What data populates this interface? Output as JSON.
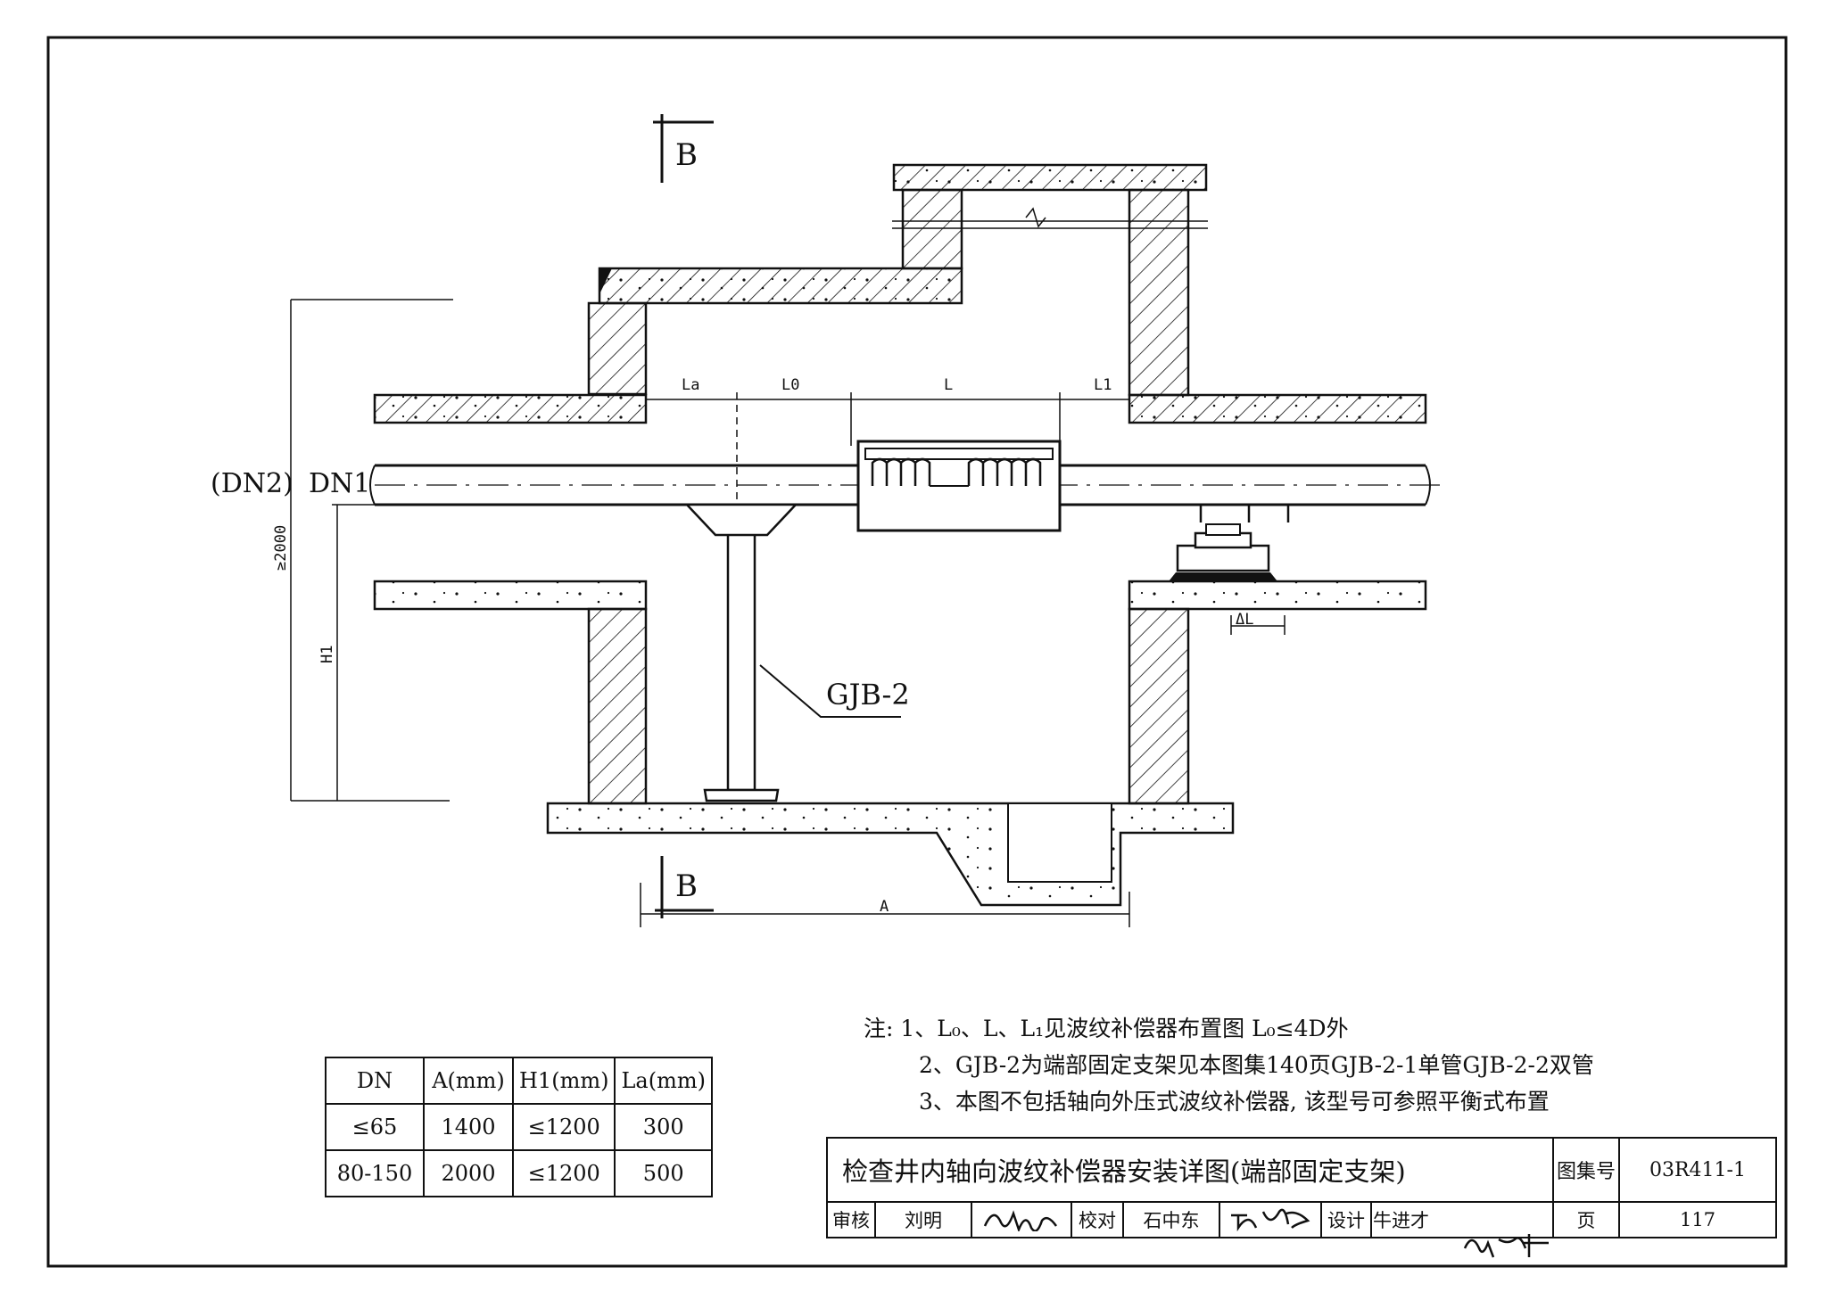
{
  "section": {
    "mark_top": "B",
    "mark_bottom": "B"
  },
  "pipe": {
    "dn_outer": "(DN2)",
    "dn_inner": "DN1"
  },
  "dimensions": {
    "la": "La",
    "l0": "L0",
    "l": "L",
    "l1": "L1",
    "height": "≥2000",
    "h1": "H1",
    "delta_l": "ΔL",
    "a": "A"
  },
  "support_label": "GJB-2",
  "notes": [
    "注: 1、L₀、L、L₁见波纹补偿器布置图  L₀≤4D外",
    "2、GJB-2为端部固定支架见本图集140页GJB-2-1单管GJB-2-2双管",
    "3、本图不包括轴向外压式波纹补偿器, 该型号可参照平衡式布置"
  ],
  "table": {
    "headers": [
      "DN",
      "A(mm)",
      "H1(mm)",
      "La(mm)"
    ],
    "rows": [
      [
        "≤65",
        "1400",
        "≤1200",
        "300"
      ],
      [
        "80-150",
        "2000",
        "≤1200",
        "500"
      ]
    ]
  },
  "title_block": {
    "title": "检查井内轴向波纹补偿器安装详图(端部固定支架)",
    "atlas_label": "图集号",
    "atlas_no": "03R411-1",
    "review_label": "审核",
    "reviewer": "刘明",
    "check_label": "校对",
    "checker": "石中东",
    "design_label": "设计",
    "designer": "牛进才",
    "page_label": "页",
    "page_no": "117"
  }
}
